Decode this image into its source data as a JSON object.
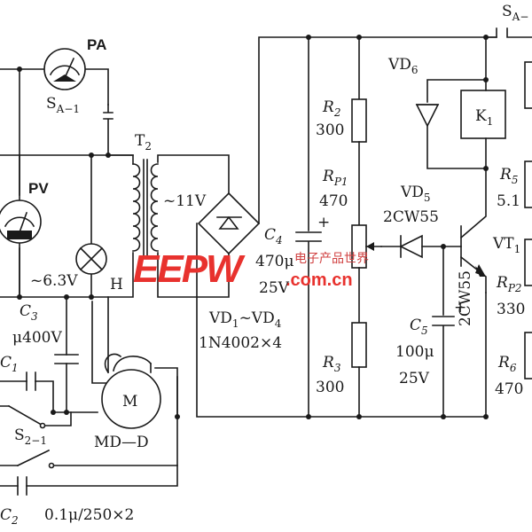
{
  "labels": {
    "pa": "PA",
    "sa_left": "S",
    "sa_left_sub": "A−1",
    "t2": "T",
    "t2_sub": "2",
    "v11": "~11V",
    "pv": "PV",
    "v63": "~6.3V",
    "h": "H",
    "c3": "C",
    "c3_sub": "3",
    "c3_val": "μ400V",
    "c1": "C",
    "c1_sub": "1",
    "m": "M",
    "md": "MD—D",
    "s2": "S",
    "s2_sub": "2−1",
    "c2": "C",
    "c2_sub": "2",
    "c2_val": "0.1μ/250×2",
    "vd_range": "VD",
    "vd_range_sub": "1",
    "vd_range_tail": "~VD",
    "vd_range_tail_sub": "4",
    "vd_part": "1N4002×4",
    "c4": "C",
    "c4_sub": "4",
    "c4_val1": "470μ",
    "c4_val2": "25V",
    "plus": "+",
    "r2": "R",
    "r2_sub": "2",
    "r2_val": "300",
    "rp1": "R",
    "rp1_sub": "P1",
    "rp1_val": "470",
    "r3": "R",
    "r3_sub": "3",
    "r3_val": "300",
    "vd6": "VD",
    "vd6_sub": "6",
    "k1": "K",
    "k1_sub": "1",
    "vd5": "VD",
    "vd5_sub": "5",
    "vd5_part": "2CW55",
    "vt1": "VT",
    "vt1_sub": "1",
    "zener_vert": "2CW55",
    "c5": "C",
    "c5_sub": "5",
    "c5_val1": "100μ",
    "c5_val2": "25V",
    "r5": "R",
    "r5_sub": "5",
    "r5_val": "5.1",
    "rp2": "R",
    "rp2_sub": "P2",
    "rp2_val": "330",
    "r6": "R",
    "r6_sub": "6",
    "r6_val": "470",
    "sa_right": "S",
    "sa_right_sub": "A−"
  },
  "watermark": {
    "brand": "EEPW",
    "cn": "电子产品世界",
    "url": ".com.cn"
  },
  "colors": {
    "ink": "#1a1a1a",
    "watermark": "#e8322e"
  }
}
